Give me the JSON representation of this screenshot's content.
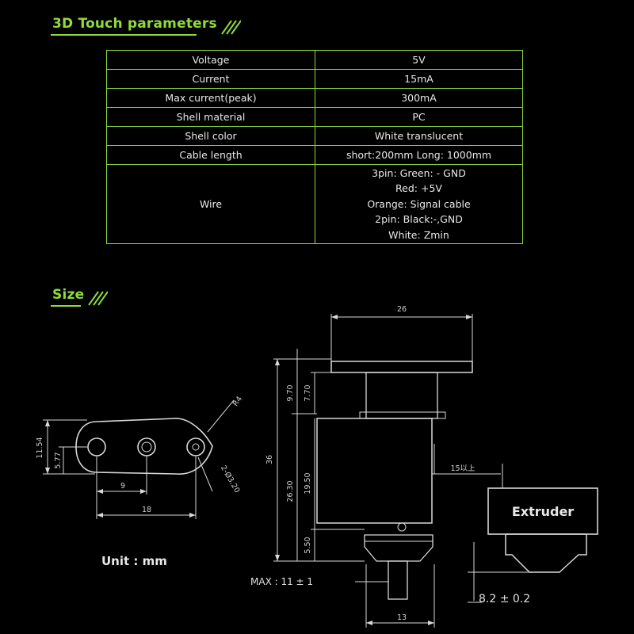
{
  "params": {
    "title": "3D Touch parameters",
    "rows": [
      {
        "label": "Voltage",
        "value": "5V"
      },
      {
        "label": "Current",
        "value": "15mA"
      },
      {
        "label": "Max current(peak)",
        "value": "300mA"
      },
      {
        "label": "Shell material",
        "value": "PC"
      },
      {
        "label": "Shell color",
        "value": "White translucent"
      },
      {
        "label": "Cable length",
        "value": "short:200mm Long: 1000mm"
      }
    ],
    "wire": {
      "label": "Wire",
      "lines": [
        "3pin: Green: - GND",
        "Red: +5V",
        "Orange: Signal cable",
        "2pin: Black:-,GND",
        "White: Zmin"
      ]
    }
  },
  "size": {
    "title": "Size",
    "unit_label": "Unit : mm",
    "base_dims": {
      "h_total": "11.54",
      "h_half": "5.77",
      "hole_pitch": "9",
      "hole_span": "18",
      "radius": "R4",
      "holes": "2-Ø3.20"
    },
    "side_dims": {
      "width_top": "26",
      "h_a": "9.70",
      "h_b": "7.70",
      "h_total": "36",
      "h_c": "26.30",
      "h_d": "19.50",
      "h_e": "5.50",
      "bottom_width": "13",
      "offset": "15以上"
    },
    "max_label": "MAX : 11 ± 1",
    "nozzle_label": "8.2 ± 0.2",
    "extruder_label": "Extruder"
  },
  "colors": {
    "accent": "#8fdc3a",
    "text": "#e8e8e8",
    "line": "#d8d8d8",
    "background": "#000000"
  }
}
